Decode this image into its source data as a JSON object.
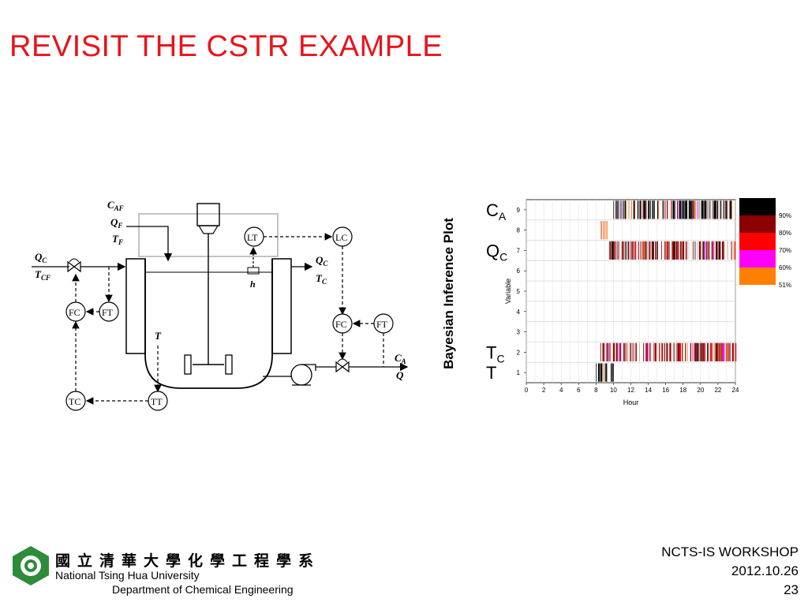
{
  "slide": {
    "title": "REVISIT THE CSTR EXAMPLE"
  },
  "pid": {
    "labels": {
      "caf": "C",
      "caf_sub": "AF",
      "qf": "Q",
      "qf_sub": "F",
      "tf": "T",
      "tf_sub": "F",
      "qc_in": "Q",
      "qc_in_sub": "C",
      "tcf": "T",
      "tcf_sub": "CF",
      "qc_out": "Q",
      "qc_out_sub": "C",
      "tc_out": "T",
      "tc_out_sub": "C",
      "h": "h",
      "t": "T",
      "ca": "C",
      "ca_sub": "A",
      "q": "Q"
    },
    "instruments": {
      "lt": "LT",
      "lc": "LC",
      "fc_left": "FC",
      "ft_left": "FT",
      "fc_right": "FC",
      "ft_right": "FT",
      "tc": "TC",
      "tt": "TT"
    }
  },
  "chart_data": {
    "type": "heatmap",
    "title": "Bayesian Inference Plot",
    "xlabel": "Hour",
    "ylabel": "Variable",
    "x_ticks": [
      "0",
      "2",
      "4",
      "6",
      "8",
      "10",
      "12",
      "14",
      "16",
      "18",
      "20",
      "22",
      "24"
    ],
    "y_ticks": [
      "1",
      "2",
      "3",
      "4",
      "5",
      "6",
      "7",
      "8",
      "9"
    ],
    "xlim": [
      0,
      24
    ],
    "ylim": [
      0.5,
      9.5
    ],
    "row_labels": [
      {
        "variable": 9,
        "text": "C",
        "sub": "A"
      },
      {
        "variable": 7,
        "text": "Q",
        "sub": "C"
      },
      {
        "variable": 2,
        "text": "T",
        "sub": "C"
      },
      {
        "variable": 1,
        "text": "T",
        "sub": ""
      }
    ],
    "legend": [
      {
        "label": "90%",
        "color": "#000000"
      },
      {
        "label": "80%",
        "color": "#8b0000"
      },
      {
        "label": "70%",
        "color": "#ff0000"
      },
      {
        "label": "60%",
        "color": "#ff00ff"
      },
      {
        "label": "51%",
        "color": "#ff8000"
      }
    ],
    "legend_position": "top-right",
    "active_bands": [
      {
        "variable": 9,
        "start_hour": 10.0,
        "end_hour": 24.0,
        "dominant": "90%"
      },
      {
        "variable": 8,
        "start_hour": 8.5,
        "end_hour": 9.5,
        "dominant": "51%"
      },
      {
        "variable": 7,
        "start_hour": 9.5,
        "end_hour": 24.0,
        "dominant": "80%"
      },
      {
        "variable": 2,
        "start_hour": 8.5,
        "end_hour": 24.0,
        "dominant": "80%"
      },
      {
        "variable": 1,
        "start_hour": 8.0,
        "end_hour": 10.0,
        "dominant": "90%"
      }
    ]
  },
  "footer": {
    "workshop": "NCTS-IS WORKSHOP",
    "date": "2012.10.26",
    "page": "23",
    "university_zh": "國立清華大學化學工程學系",
    "university_en": "National Tsing Hua University",
    "department_en": "Department of Chemical Engineering"
  },
  "colors": {
    "title": "#e8141b",
    "logo_green": "#2e8b3a"
  }
}
